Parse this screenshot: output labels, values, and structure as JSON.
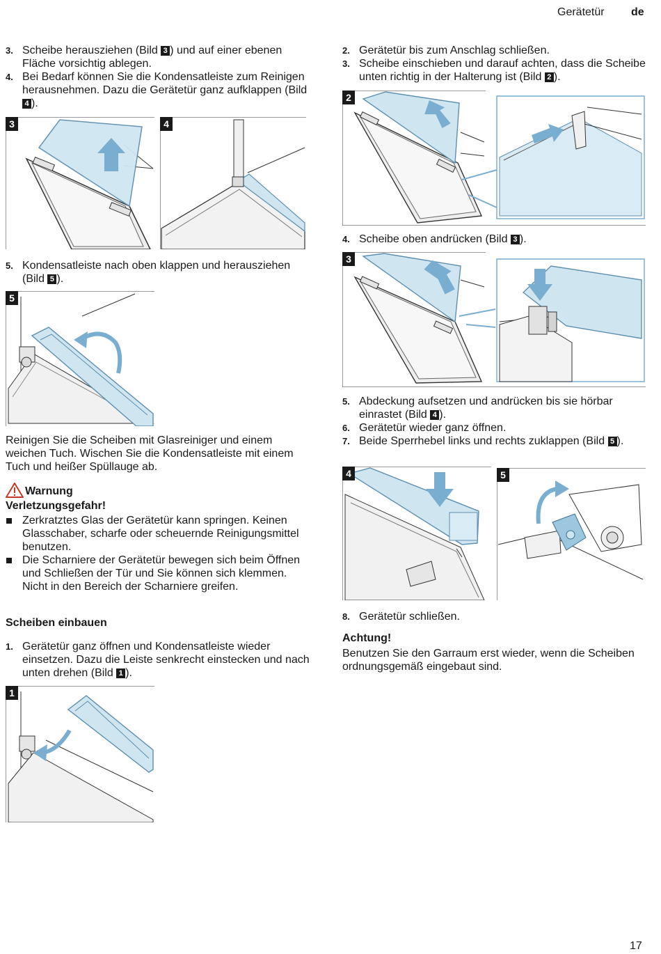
{
  "header": {
    "section": "Gerätetür",
    "lang": "de"
  },
  "page_number": "17",
  "left_column": {
    "steps_a": [
      {
        "num": "3.",
        "pre": "Scheibe herausziehen (Bild ",
        "ref": "3",
        "post": ") und auf einer ebenen Fläche vorsichtig ablegen."
      },
      {
        "num": "4.",
        "pre": "Bei Bedarf können Sie die Kondensatleiste zum Reinigen herausnehmen. Dazu die Gerätetür ganz aufklappen (Bild ",
        "ref": "4",
        "post": ")."
      }
    ],
    "fig_a_label": "3",
    "fig_b_label": "4",
    "step_5": {
      "num": "5.",
      "pre": "Kondensatleiste nach oben klappen und herausziehen (Bild ",
      "ref": "5",
      "post": ")."
    },
    "fig_c_label": "5",
    "cleaning_text": "Reinigen Sie die Scheiben mit Glasreiniger und einem weichen Tuch. Wischen Sie die Kondensatleiste mit einem Tuch und heißer Spüllauge ab.",
    "warning": {
      "title": "Warnung",
      "subtitle": "Verletzungsgefahr!",
      "items": [
        "Zerkratztes Glas der Gerätetür kann springen. Keinen Glasschaber, scharfe oder scheuernde Reinigungsmittel benutzen.",
        "Die Scharniere der Gerätetür bewegen sich beim Öffnen und Schließen der Tür und Sie können sich klemmen. Nicht in den Bereich der Scharniere greifen."
      ]
    },
    "install_heading": "Scheiben einbauen",
    "step_1": {
      "num": "1.",
      "pre": "Gerätetür ganz öffnen und Kondensatleiste wieder einsetzen. Dazu die Leiste senkrecht einstecken und nach unten drehen (Bild ",
      "ref": "1",
      "post": ")."
    },
    "fig_d_label": "1"
  },
  "right_column": {
    "steps_a": [
      {
        "num": "2.",
        "pre": "Gerätetür bis zum Anschlag schließen.",
        "ref": "",
        "post": ""
      },
      {
        "num": "3.",
        "pre": "Scheibe einschieben und darauf achten, dass die Scheibe unten richtig in der Halterung ist (Bild ",
        "ref": "2",
        "post": ")."
      }
    ],
    "fig_e_label": "2",
    "step_4": {
      "num": "4.",
      "pre": "Scheibe oben andrücken (Bild ",
      "ref": "3",
      "post": ")."
    },
    "fig_f_label": "3",
    "steps_b": [
      {
        "num": "5.",
        "pre": "Abdeckung aufsetzen und andrücken bis sie hörbar einrastet (Bild ",
        "ref": "4",
        "post": ")."
      },
      {
        "num": "6.",
        "pre": "Gerätetür wieder ganz öffnen.",
        "ref": "",
        "post": ""
      },
      {
        "num": "7.",
        "pre": "Beide Sperrhebel links und rechts zuklappen (Bild ",
        "ref": "5",
        "post": ")."
      }
    ],
    "fig_g_label": "4",
    "fig_h_label": "5",
    "step_8": {
      "num": "8.",
      "pre": "Gerätetür schließen.",
      "ref": "",
      "post": ""
    },
    "caution": {
      "title": "Achtung!",
      "text": "Benutzen Sie den Garraum erst wieder, wenn die Scheiben ordnungsgemäß eingebaut sind."
    }
  },
  "colors": {
    "glass": "#cfe6f1",
    "arrow": "#7aaed0",
    "warning_icon": "#c0392b"
  },
  "icons": {
    "warning": "warning-triangle-icon"
  }
}
